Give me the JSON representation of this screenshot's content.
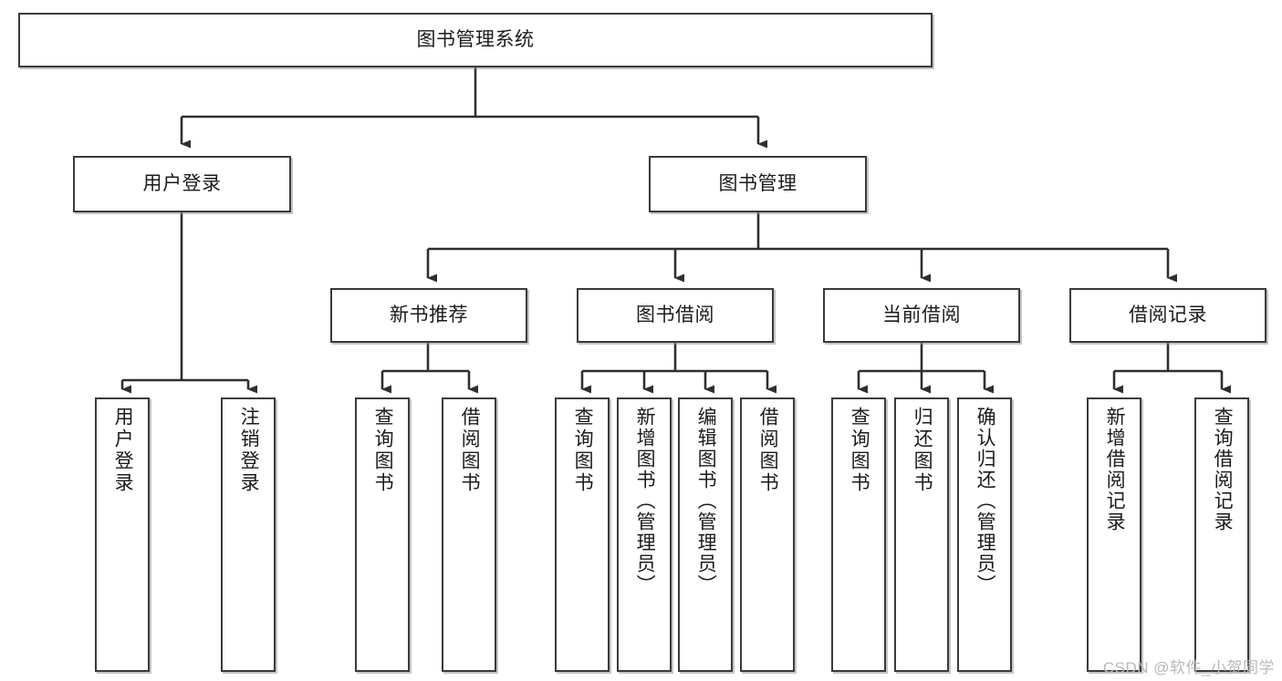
{
  "diagram": {
    "type": "tree",
    "title": "图书管理系统",
    "watermark": "CSDN @软件_小贺同学",
    "nodes": {
      "root": {
        "label": "图书管理系统"
      },
      "level2": [
        {
          "id": "user-login",
          "label": "用户登录"
        },
        {
          "id": "book-manage",
          "label": "图书管理"
        }
      ],
      "level3": [
        {
          "id": "new-book-recommend",
          "label": "新书推荐"
        },
        {
          "id": "book-borrow",
          "label": "图书借阅"
        },
        {
          "id": "current-borrow",
          "label": "当前借阅"
        },
        {
          "id": "borrow-record",
          "label": "借阅记录"
        }
      ],
      "leaves": [
        {
          "id": "leaf-user-login",
          "label": "用户登录",
          "parent": "user-login"
        },
        {
          "id": "leaf-logout-login",
          "label": "注销登录",
          "parent": "user-login"
        },
        {
          "id": "leaf-query-book-1",
          "label": "查询图书",
          "parent": "new-book-recommend"
        },
        {
          "id": "leaf-borrow-book-1",
          "label": "借阅图书",
          "parent": "new-book-recommend"
        },
        {
          "id": "leaf-query-book-2",
          "label": "查询图书",
          "parent": "book-borrow"
        },
        {
          "id": "leaf-add-book-admin",
          "label": "新增图书（管理员）",
          "parent": "book-borrow"
        },
        {
          "id": "leaf-edit-book-admin",
          "label": "编辑图书（管理员）",
          "parent": "book-borrow"
        },
        {
          "id": "leaf-borrow-book-2",
          "label": "借阅图书",
          "parent": "book-borrow"
        },
        {
          "id": "leaf-query-book-3",
          "label": "查询图书",
          "parent": "current-borrow"
        },
        {
          "id": "leaf-return-book",
          "label": "归还图书",
          "parent": "current-borrow"
        },
        {
          "id": "leaf-confirm-return-admin",
          "label": "确认归还（管理员）",
          "parent": "current-borrow"
        },
        {
          "id": "leaf-add-borrow-record",
          "label": "新增借阅记录",
          "parent": "borrow-record"
        },
        {
          "id": "leaf-query-borrow-record",
          "label": "查询借阅记录",
          "parent": "borrow-record"
        }
      ]
    },
    "colors": {
      "border": "#3a3a3a",
      "background": "#ffffff",
      "text": "#1b1b1b",
      "connector": "#2f2f2f",
      "watermark": "#b9b9b9"
    }
  }
}
